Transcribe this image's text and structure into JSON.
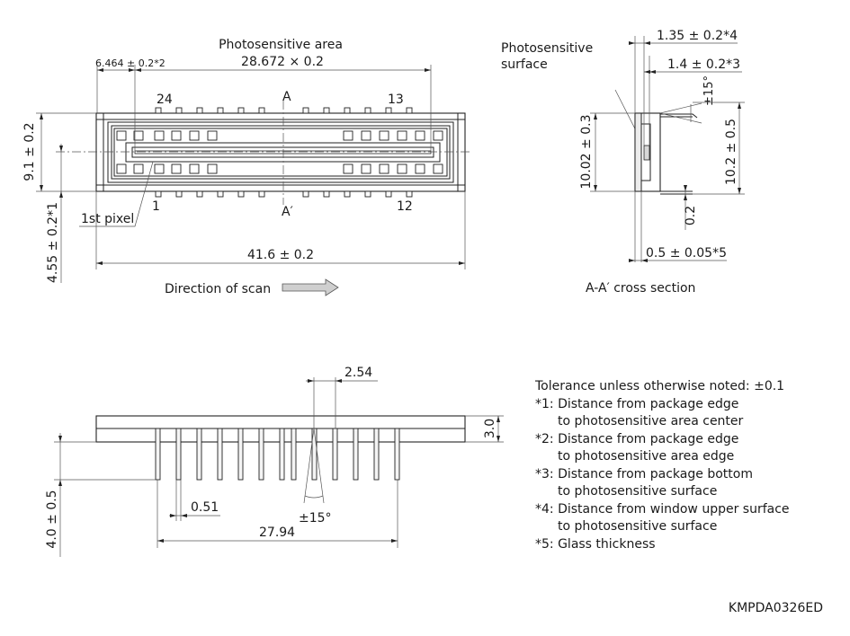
{
  "top_view": {
    "photosensitive_area_title": "Photosensitive area",
    "photosensitive_area_value": "28.672 × 0.2",
    "offset_left": "6.464 ± 0.2*2",
    "pin_24": "24",
    "pin_13": "13",
    "pin_1": "1",
    "pin_12": "12",
    "section_a": "A",
    "section_a_prime": "A′",
    "height_dim": "9.1 ± 0.2",
    "center_dim": "4.55 ± 0.2*1",
    "first_pixel": "1st pixel",
    "width_dim": "41.6 ± 0.2",
    "scan_label": "Direction of scan"
  },
  "cross_section": {
    "surface_label_line1": "Photosensitive",
    "surface_label_line2": "surface",
    "dim_window": "1.35 ± 0.2*4",
    "dim_bottom": "1.4 ± 0.2*3",
    "angle": "±15°",
    "height_left": "10.02 ± 0.3",
    "height_right": "10.2 ± 0.5",
    "small_dim": "0.2",
    "glass": "0.5 ± 0.05*5",
    "caption": "A-A′ cross section"
  },
  "side_view": {
    "pitch": "2.54",
    "thickness": "3.0",
    "lead_length": "4.0 ± 0.5",
    "lead_width": "0.51",
    "angle": "±15°",
    "span": "27.94"
  },
  "notes": {
    "tolerance": "Tolerance unless otherwise noted: ±0.1",
    "n1a": "*1: Distance from package edge",
    "n1b": "to photosensitive area center",
    "n2a": "*2: Distance from package edge",
    "n2b": "to photosensitive area edge",
    "n3a": "*3: Distance from package bottom",
    "n3b": "to photosensitive surface",
    "n4a": "*4: Distance from window upper surface",
    "n4b": "to photosensitive surface",
    "n5": "*5: Glass thickness"
  },
  "drawing_code": "KMPDA0326ED"
}
